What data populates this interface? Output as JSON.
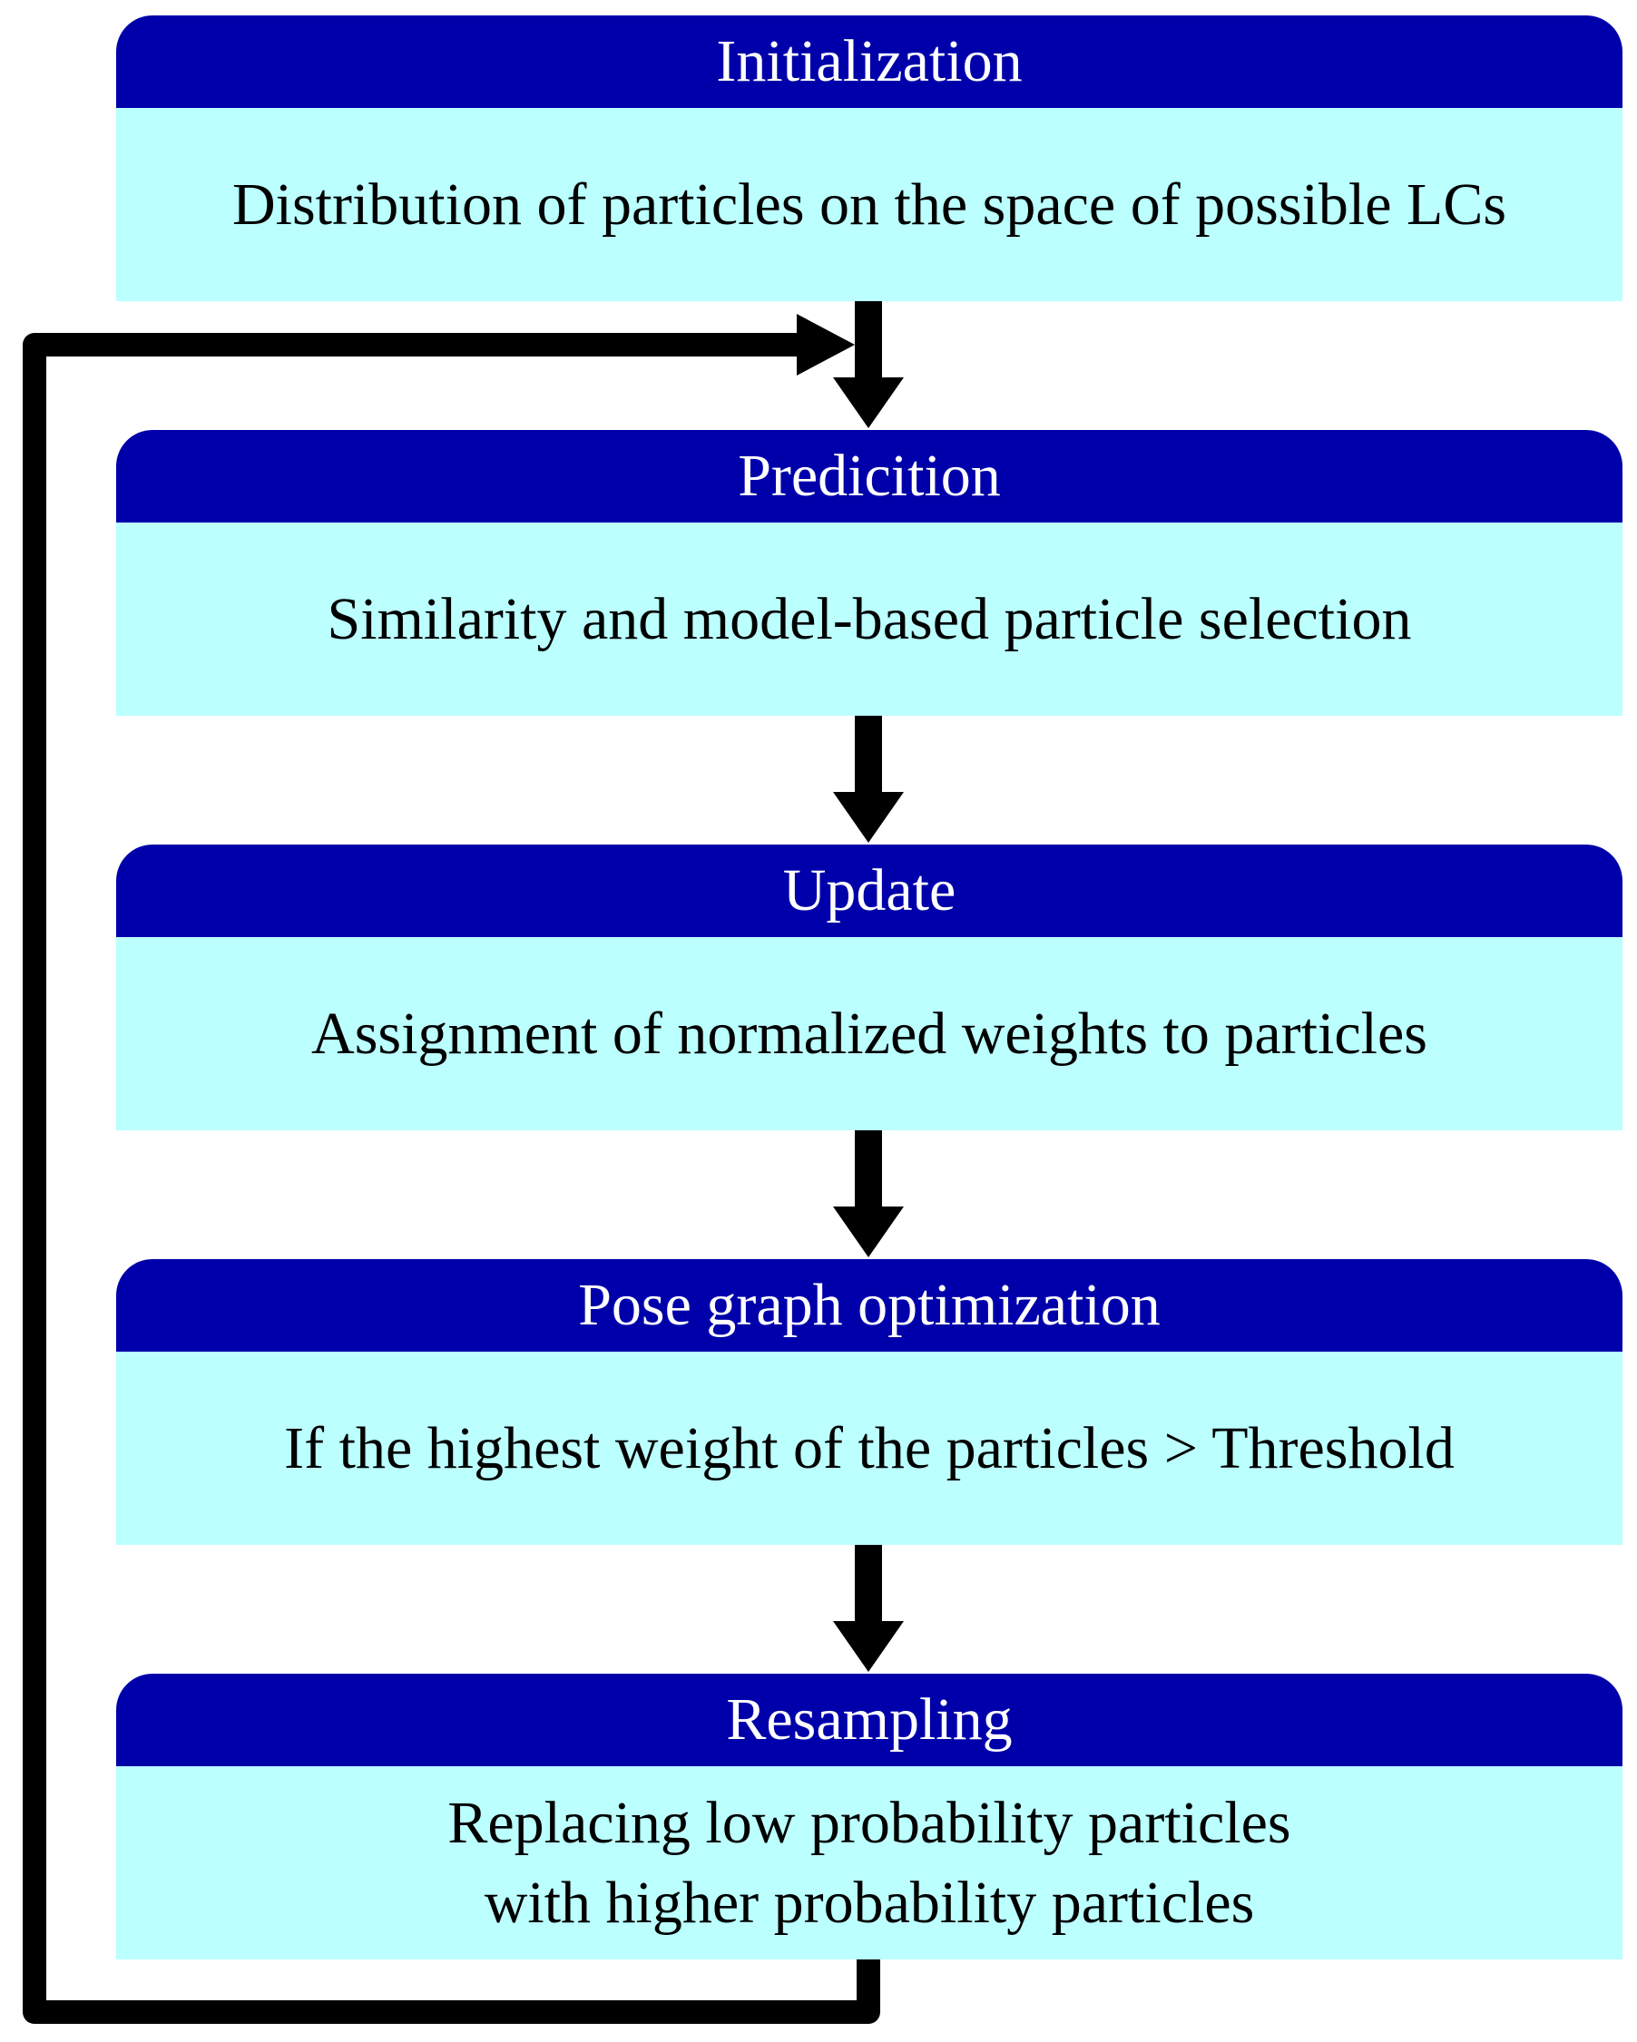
{
  "steps": [
    {
      "title": "Initialization",
      "lines": [
        "Distribution of particles on the space of possible LCs"
      ]
    },
    {
      "title": "Predicition",
      "lines": [
        "Similarity and model-based particle selection"
      ]
    },
    {
      "title": "Update",
      "lines": [
        "Assignment of normalized weights to particles"
      ]
    },
    {
      "title": "Pose graph optimization",
      "lines": [
        "If the highest weight of the particles > Threshold"
      ]
    },
    {
      "title": "Resampling",
      "lines": [
        "Replacing low probability particles",
        "with higher probability particles"
      ]
    }
  ],
  "colors": {
    "header": "#0000aa",
    "body": "#bbffff",
    "arrow": "#000000"
  }
}
